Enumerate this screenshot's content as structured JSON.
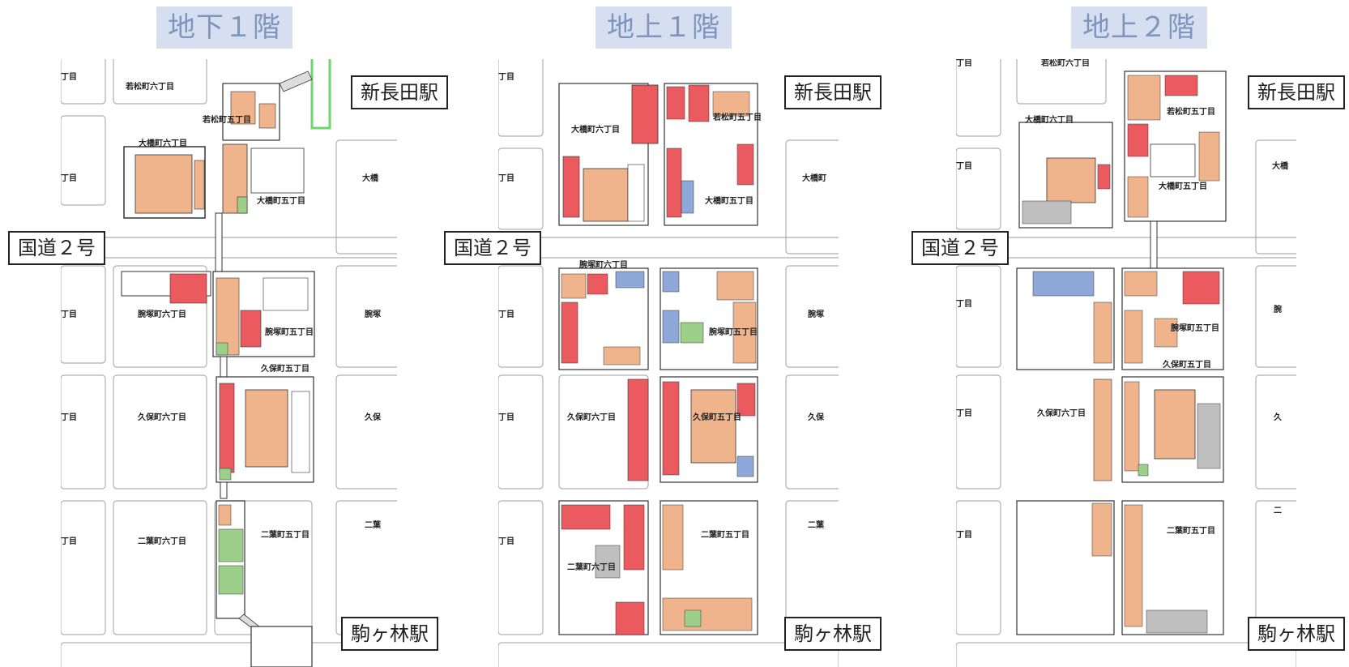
{
  "floors": [
    {
      "title": "地下１階",
      "labels": {
        "station_top": "新長田駅",
        "road": "国道２号",
        "station_bottom": "駒ヶ林駅"
      },
      "blocks": {
        "b1": "若松町六丁目",
        "b2": "若松町五丁目",
        "b3": "大橋町六丁目",
        "b4": "大橋町五丁目",
        "b5": "腕塚町六丁目",
        "b6": "腕塚町五丁目",
        "b7": "久保町五丁目",
        "b8": "久保町六丁目",
        "b9": "二葉町六丁目",
        "b10": "二葉町五丁目",
        "e1": "大橋",
        "e2": "腕塚",
        "e3": "久保",
        "e4": "二葉",
        "w": "丁目"
      }
    },
    {
      "title": "地上１階",
      "labels": {
        "station_top": "新長田駅",
        "road": "国道２号",
        "station_bottom": "駒ヶ林駅"
      },
      "blocks": {
        "b1": "若松町五丁目",
        "b2": "大橋町六丁目",
        "b3": "大橋町五丁目",
        "b4": "腕塚町六丁目",
        "b5": "腕塚町五丁目",
        "b6": "久保町六丁目",
        "b7": "久保町五丁目",
        "b8": "二葉町五丁目",
        "b9": "二葉町六丁目",
        "e1": "大橋町",
        "e2": "腕塚",
        "e3": "久保",
        "e4": "二葉",
        "w": "丁目"
      }
    },
    {
      "title": "地上２階",
      "labels": {
        "station_top": "新長田駅",
        "road": "国道２号",
        "station_bottom": "駒ヶ林駅"
      },
      "blocks": {
        "b1": "若松町六丁目",
        "b2": "若松町五丁目",
        "b3": "大橋町六丁目",
        "b4": "大橋町五丁目",
        "b5": "腕塚町五丁目",
        "b6": "久保町五丁目",
        "b7": "久保町六丁目",
        "b8": "二葉町五丁目",
        "e1": "大橋",
        "e2": "腕",
        "e3": "久",
        "e4": "二",
        "w": "丁目"
      }
    }
  ],
  "colors": {
    "shop": "#efb48c",
    "shop_red": "#ea5a5f",
    "office": "#8ea9d9",
    "green": "#9ccf8a",
    "gray": "#bfbfbf",
    "line": "#333333",
    "road_line": "#9a9a9a",
    "station_green": "#6fd66f"
  }
}
